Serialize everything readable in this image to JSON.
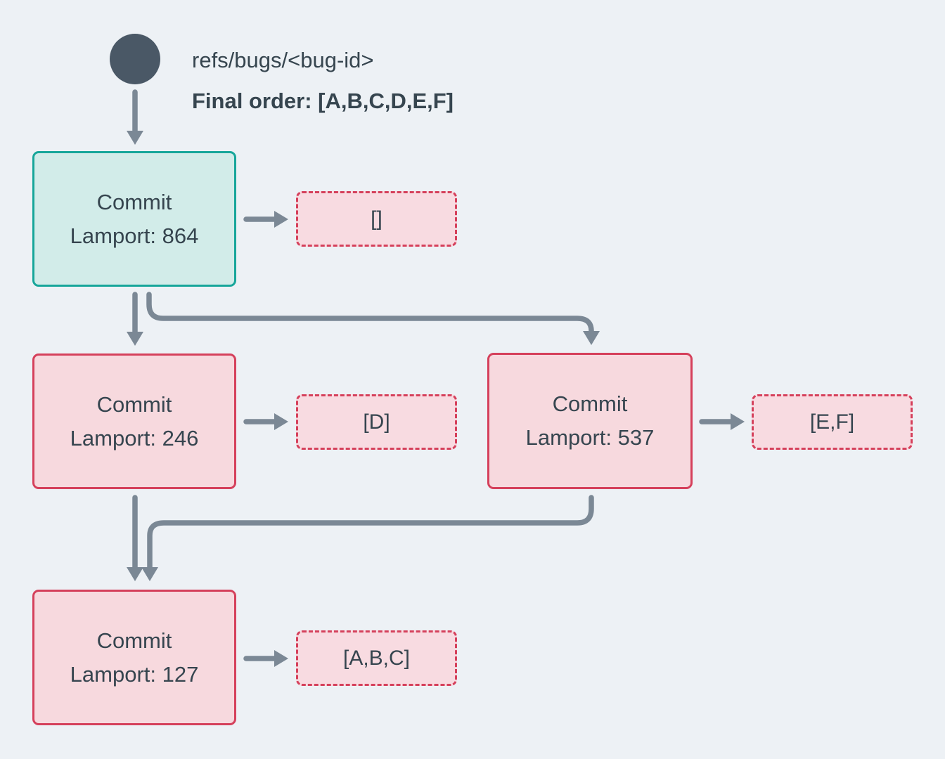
{
  "header": {
    "ref": "refs/bugs/<bug-id>",
    "final_order": "Final order: [A,B,C,D,E,F]"
  },
  "nodes": {
    "n864": {
      "title": "Commit",
      "lamport": "Lamport: 864",
      "payload": "[]"
    },
    "n246": {
      "title": "Commit",
      "lamport": "Lamport: 246",
      "payload": "[D]"
    },
    "n537": {
      "title": "Commit",
      "lamport": "Lamport: 537",
      "payload": "[E,F]"
    },
    "n127": {
      "title": "Commit",
      "lamport": "Lamport: 127",
      "payload": "[A,B,C]"
    }
  },
  "colors": {
    "background": "#EDF1F5",
    "head_node_border": "#17A69A",
    "head_node_fill": "#D2ECE9",
    "node_border": "#D5405B",
    "node_fill": "#F7D9DE",
    "payload_fill": "#F8DBE1",
    "arrow": "#7B8895",
    "ref_circle": "#4A5866",
    "text": "#36454F"
  }
}
